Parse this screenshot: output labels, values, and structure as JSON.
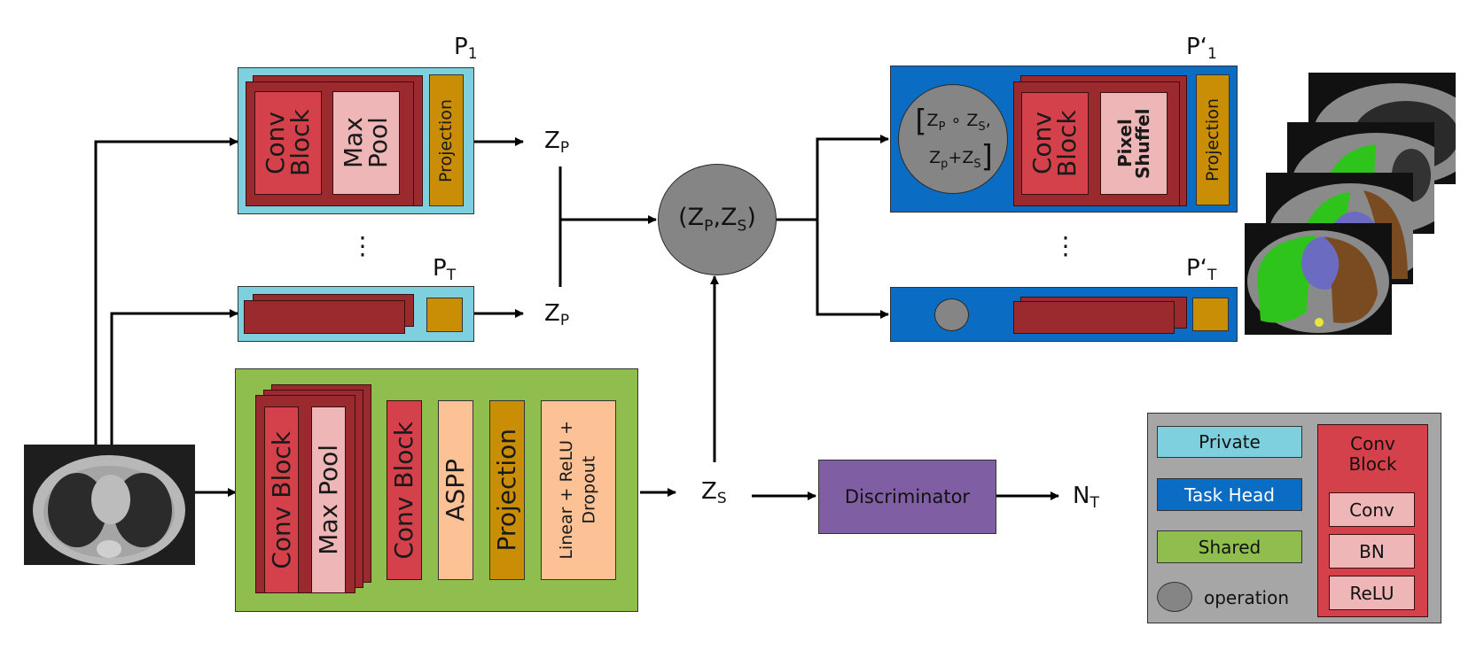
{
  "labels": {
    "p1": {
      "base": "P",
      "sub": "1"
    },
    "pT": {
      "base": "P",
      "sub": "T"
    },
    "p1_prime": {
      "base": "P‘",
      "sub": "1"
    },
    "pT_prime": {
      "base": "P‘",
      "sub": "T"
    },
    "zp_top": {
      "base": "Z",
      "sub": "P"
    },
    "zp_bottom": {
      "base": "Z",
      "sub": "P"
    },
    "zs": {
      "base": "Z",
      "sub": "S"
    },
    "nt": {
      "base": "N",
      "sub": "T"
    },
    "ellipsis": "⋮"
  },
  "private_encoder": {
    "conv_block": "Conv Block",
    "max_pool": "Max Pool",
    "projection": "Projection"
  },
  "shared_encoder": {
    "conv_block_stacked": "Conv Block",
    "max_pool": "Max Pool",
    "conv_block": "Conv Block",
    "aspp": "ASPP",
    "projection": "Projection",
    "linear_relu_dropout_line1": "Linear + ReLU +",
    "linear_relu_dropout_line2": "Dropout"
  },
  "combine_op": {
    "open": "(",
    "z1": "Z",
    "z1_sub": "P",
    "sep": ",",
    "z2": "Z",
    "z2_sub": "S",
    "close": ")"
  },
  "task_head": {
    "op_line1": {
      "z1": "Z",
      "z1_sub": "P",
      "circ": " ∘ ",
      "z2": "Z",
      "z2_sub": "S",
      "comma": ","
    },
    "op_line2": {
      "z1": "Z",
      "z1_sub": "p",
      "plus": "+",
      "z2": "Z",
      "z2_sub": "S"
    },
    "conv_block": "Conv Block",
    "pixel_shuffel": "Pixel Shuffel",
    "projection": "Projection"
  },
  "discriminator": {
    "label": "Discriminator"
  },
  "legend": {
    "private": "Private",
    "task_head": "Task Head",
    "shared": "Shared",
    "operation": "operation",
    "conv_block_title_line1": "Conv",
    "conv_block_title_line2": "Block",
    "conv": "Conv",
    "bn": "BN",
    "relu": "ReLU"
  },
  "colors": {
    "private": "#7ed0de",
    "task_head": "#0b6cc4",
    "shared": "#8fbe4f",
    "conv_block": "#d5414a",
    "conv_stack": "#9b2a2e",
    "pool": "#eeb6b7",
    "projection": "#c98d06",
    "peach": "#fdc196",
    "operation": "#858585",
    "discriminator": "#7f5ea3",
    "legend_bg": "#a6a6a6"
  },
  "images": {
    "input_ct": "CT input slice",
    "output_masks": "Segmentation output stack"
  }
}
